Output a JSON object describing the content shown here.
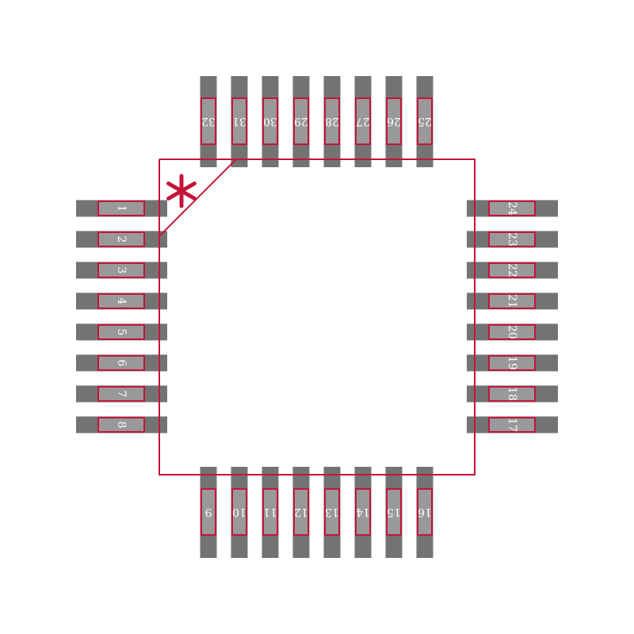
{
  "colors": {
    "background": "#ffffff",
    "pad": "#737373",
    "pin_fill": "#999999",
    "outline": "#c4143a",
    "label": "#ffffff"
  },
  "pin1_marker": {
    "symbol": "*",
    "icon": "asterisk-icon"
  },
  "pins": {
    "left": [
      "1",
      "2",
      "3",
      "4",
      "5",
      "6",
      "7",
      "8"
    ],
    "bottom": [
      "9",
      "10",
      "11",
      "12",
      "13",
      "14",
      "15",
      "16"
    ],
    "right": [
      "17",
      "18",
      "19",
      "20",
      "21",
      "22",
      "23",
      "24"
    ],
    "top": [
      "25",
      "26",
      "27",
      "28",
      "29",
      "30",
      "31",
      "32"
    ]
  }
}
